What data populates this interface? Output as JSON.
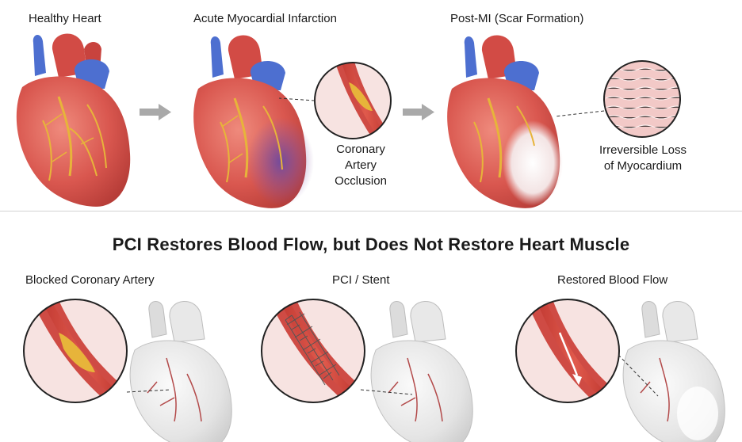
{
  "top": {
    "healthy_title": "Healthy Heart",
    "acute_title": "Acute Myocardial Infarction",
    "postmi_title": "Post-MI (Scar Formation)",
    "occlusion_label": [
      "Coronary",
      "Artery",
      "Occlusion"
    ],
    "loss_label": [
      "Irreversible Loss",
      "of Myocardium"
    ]
  },
  "bottom": {
    "heading": "PCI Restores Blood Flow, but Does Not Restore Heart Muscle",
    "blocked_title": "Blocked Coronary Artery",
    "stent_title": "PCI / Stent",
    "restored_title": "Restored Blood Flow"
  },
  "colors": {
    "muscle": "#d9574f",
    "muscle_dark": "#b73d38",
    "vein": "#4d6fd0",
    "vessel_yellow": "#e7b43a",
    "infarct": "#7a55a8",
    "scar": "#f1e4e4",
    "grey_heart": "#e6e6e6",
    "arrow": "#a9a9a9"
  }
}
